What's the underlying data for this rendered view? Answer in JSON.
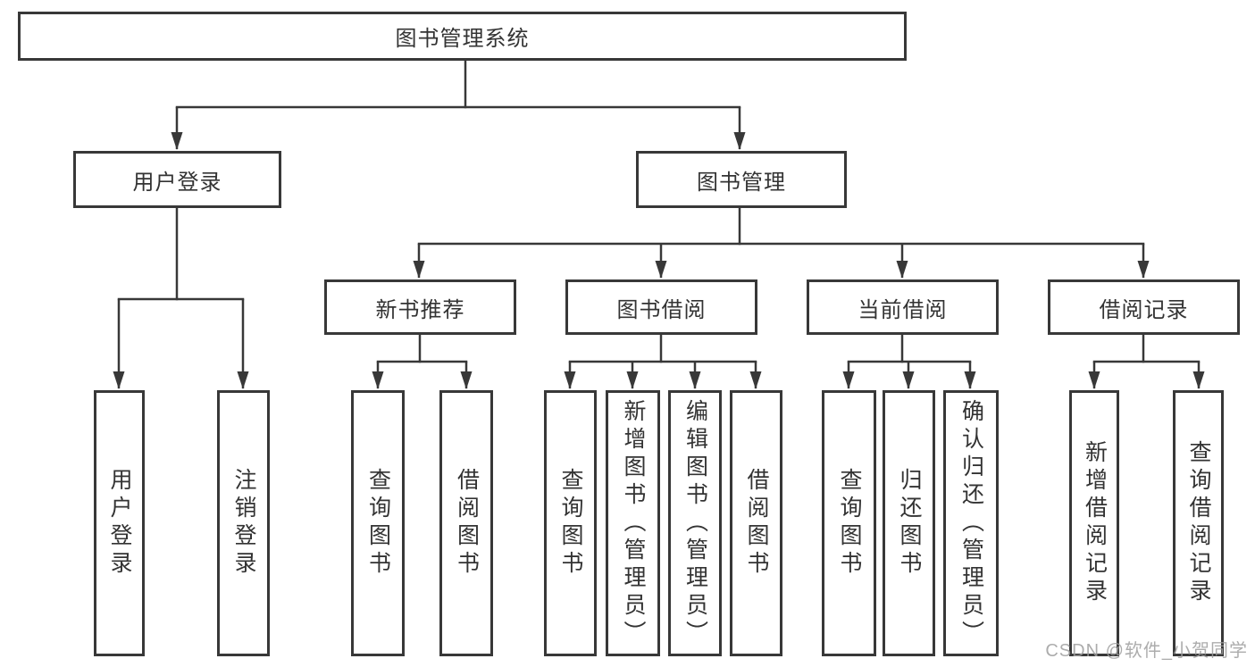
{
  "diagram": {
    "root_label": "图书管理系统",
    "user_login": {
      "label": "用户登录",
      "children": [
        "用户登录",
        "注销登录"
      ]
    },
    "book_mgmt": {
      "label": "图书管理"
    },
    "new_book_rec": {
      "label": "新书推荐",
      "children": [
        "查询图书",
        "借阅图书"
      ]
    },
    "book_borrow": {
      "label": "图书借阅",
      "children": [
        "查询图书",
        "新增图书（管理员）",
        "编辑图书（管理员）",
        "借阅图书"
      ]
    },
    "current_borrow": {
      "label": "当前借阅",
      "children": [
        "查询图书",
        "归还图书",
        "确认归还（管理员）"
      ]
    },
    "borrow_records": {
      "label": "借阅记录",
      "children": [
        "新增借阅记录",
        "查询借阅记录"
      ]
    }
  },
  "watermark": {
    "text": "CSDN @软件_小贺同学"
  },
  "colors": {
    "line": "#383838",
    "box_border": "#383838",
    "text": "#333333",
    "watermark_gray": "#9e9e9e",
    "background": "#ffffff"
  }
}
